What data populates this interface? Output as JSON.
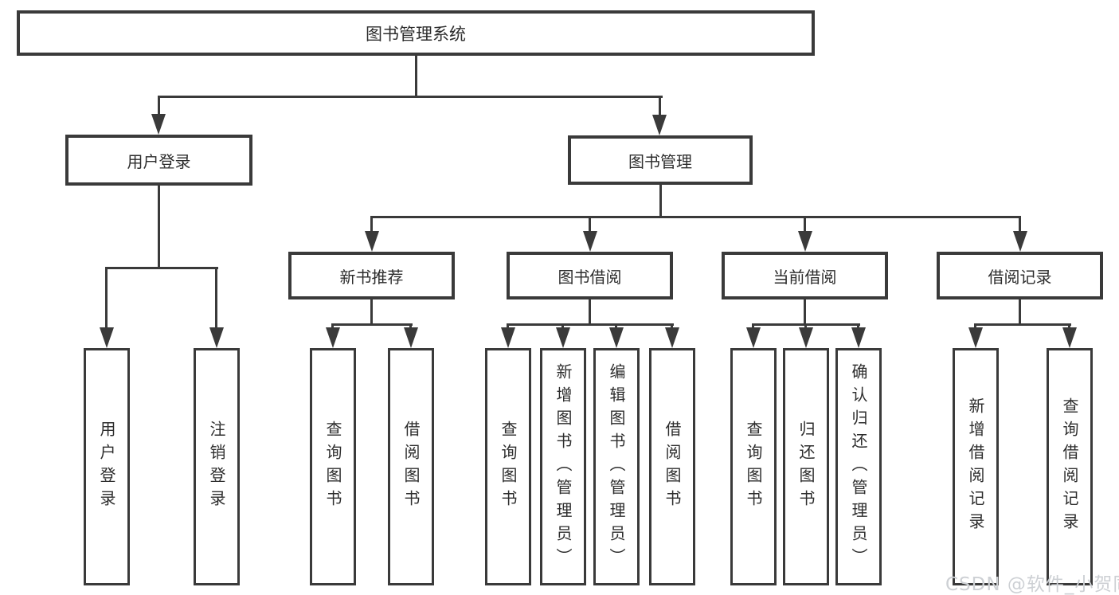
{
  "tree": {
    "root": "图书管理系统",
    "user_branch": {
      "label": "用户登录",
      "children": [
        "用户登录",
        "注销登录"
      ]
    },
    "mgmt_branch": {
      "label": "图书管理",
      "sections": [
        {
          "label": "新书推荐",
          "children": [
            "查询图书",
            "借阅图书"
          ]
        },
        {
          "label": "图书借阅",
          "children": [
            "查询图书",
            "新增图书（管理员）",
            "编辑图书（管理员）",
            "借阅图书"
          ]
        },
        {
          "label": "当前借阅",
          "children": [
            "查询图书",
            "归还图书",
            "确认归还（管理员）"
          ]
        },
        {
          "label": "借阅记录",
          "children": [
            "新增借阅记录",
            "查询借阅记录"
          ]
        }
      ]
    }
  },
  "watermark": "CSDN @软件_小贺同学",
  "colors": {
    "line": "#3a3a3a",
    "text": "#2d2d2d",
    "watermark": "#cdd0d4",
    "background": "#ffffff"
  }
}
